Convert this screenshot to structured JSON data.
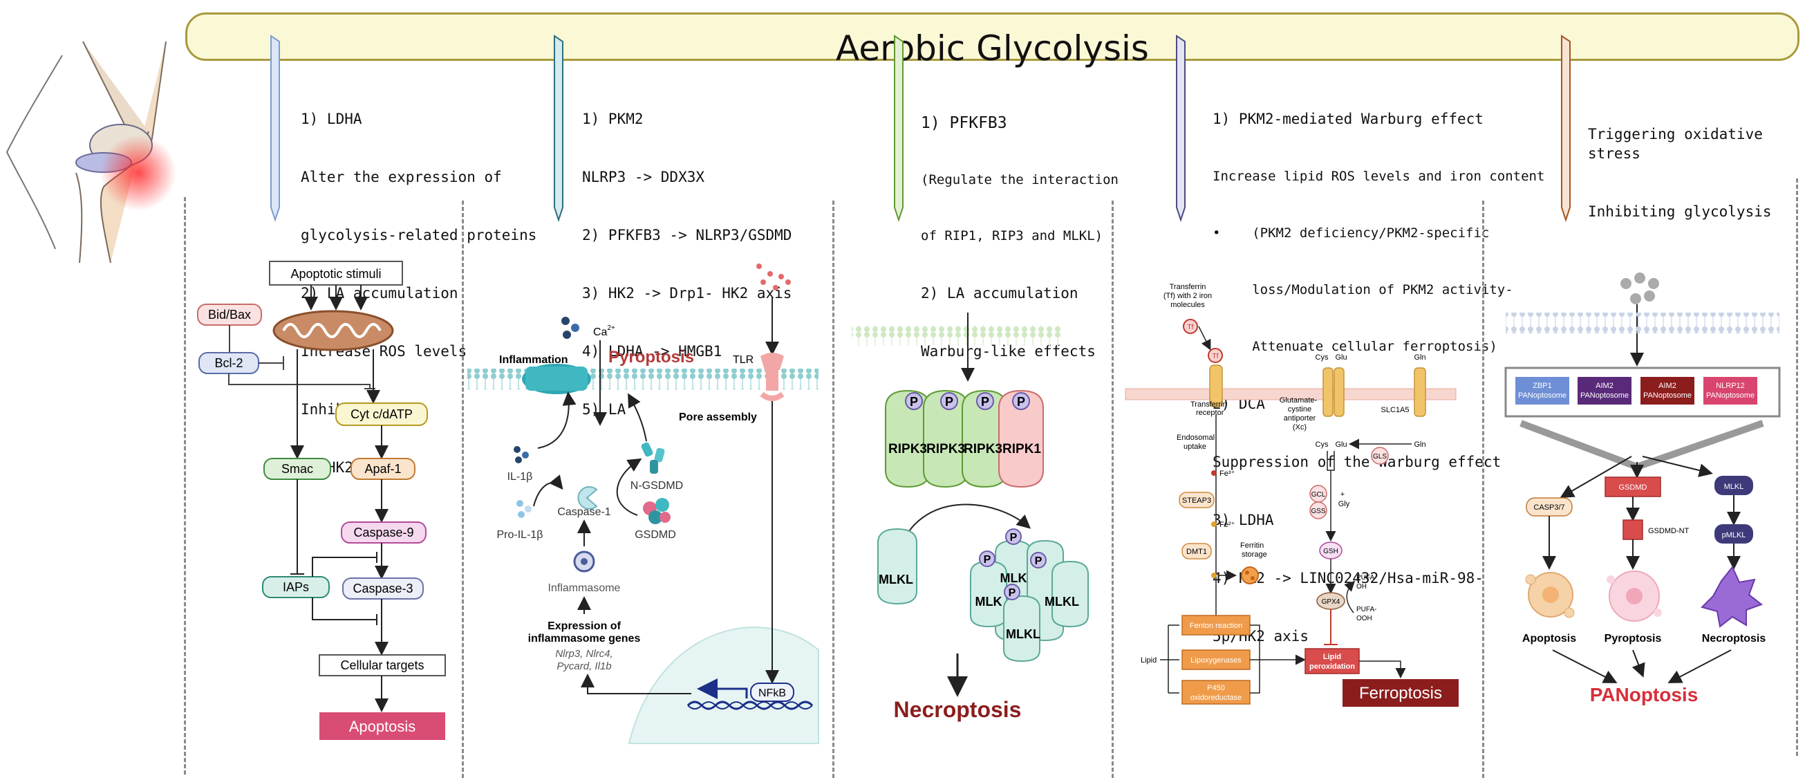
{
  "banner": {
    "title": "Aerobic Glycolysis"
  },
  "columns": [
    {
      "lines": [
        "1) LDHA",
        "Alter the expression of",
        "glycolysis-related proteins",
        "2) LA accumulation",
        "Increase ROS levels",
        "Inhibit MCT4",
        "3) HK2"
      ]
    },
    {
      "lines": [
        "1) PKM2",
        "NLRP3 -> DDX3X",
        "2) PFKFB3 -> NLRP3/GSDMD",
        "3) HK2 -> Drp1- HK2 axis",
        "4) LDHA -> HMGB1",
        "5) LA"
      ]
    },
    {
      "lines": [
        "1) PFKFB3",
        "(Regulate the interaction",
        "of RIP1, RIP3 and MLKL)",
        "2) LA accumulation",
        "Warburg-like effects"
      ]
    },
    {
      "lines": [
        "1) PKM2-mediated Warburg effect",
        "Increase lipid ROS levels and iron content",
        "•    (PKM2 deficiency/PKM2-specific",
        "     loss/Modulation of PKM2 activity-",
        "     Attenuate cellular ferroptosis)",
        "2) DCA",
        "Suppression of the Warburg effect",
        "3) LDHA",
        "4) HK2 -> LINC02432/Hsa-miR-98-",
        "5p/HK2 axis"
      ]
    },
    {
      "lines": [
        "Triggering oxidative stress",
        "Inhibiting glycolysis"
      ]
    }
  ],
  "apoptosis": {
    "stimuli": "Apoptotic stimuli",
    "bidbax": "Bid/Bax",
    "bcl2": "Bcl-2",
    "cytc": "Cyt c/dATP",
    "smac": "Smac",
    "apaf": "Apaf-1",
    "casp9": "Caspase-9",
    "iaps": "IAPs",
    "casp3": "Caspase-3",
    "targets": "Cellular targets",
    "outcome": "Apoptosis"
  },
  "pyroptosis": {
    "inflammation": "Inflammation",
    "ca": "Ca",
    "ca_sup": "2+",
    "title": "Pyroptosis",
    "tlr": "TLR",
    "pore": "Pore assembly",
    "il1b": "IL-1β",
    "ngsdmd": "N-GSDMD",
    "casp1": "Caspase-1",
    "proil1b": "Pro-IL-1β",
    "gsdmd": "GSDMD",
    "inflammasome": "Inflammasome",
    "expr1": "Expression of",
    "expr2": "inflammasome genes",
    "genes1": "Nlrp3, Nlrc4,",
    "genes2": "Pycard, Il1b",
    "nfkb": "NFkB"
  },
  "necroptosis": {
    "p": "P",
    "ripk3": "RIPK3",
    "ripk1": "RIPK1",
    "mlkl": "MLKL",
    "mlk": "MLK",
    "outcome": "Necroptosis"
  },
  "ferroptosis": {
    "tf1": "Transferrin",
    "tf2": "(Tf) with 2 iron",
    "tf3": "molecules",
    "tf": "Tf",
    "tfr1": "Transferrin",
    "tfr2": "receptor",
    "endo1": "Endosomal",
    "endo2": "uptake",
    "fe3": "Fe³⁺",
    "steap3": "STEAP3",
    "fe2": "Fe²⁺",
    "dmt1": "DMT1",
    "ferritin1": "Ferritin",
    "ferritin2": "storage",
    "cys": "Cys",
    "glu": "Glu",
    "gln": "Gln",
    "anti1": "Glutamate-",
    "anti2": "cystine",
    "anti3": "antiporter",
    "anti4": "(Xc)",
    "slc": "SLC1A5",
    "gls": "GLS",
    "gcl": "GCL",
    "gss": "GSS",
    "plus": "+",
    "gly": "Gly",
    "gsh": "GSH",
    "gpx4": "GPX4",
    "pufaoh1": "PUFA-",
    "pufaoh2": "OH",
    "pufaooh1": "PUFA-",
    "pufaooh2": "OOH",
    "fenton": "Fenton reaction",
    "lipid": "Lipid",
    "lipox": "Lipoxygenases",
    "p4501": "P450",
    "p4502": "oxidoreductase",
    "lp1": "Lipid",
    "lp2": "peroxidation",
    "outcome": "Ferroptosis"
  },
  "panoptosis": {
    "zbp1a": "ZBP1",
    "zbp1b": "PANoptosome",
    "aim2a": "AIM2",
    "aim2b": "PANoptosome",
    "aim2c": "AIM2",
    "aim2d": "PANoptosome",
    "nlrp12a": "NLRP12",
    "nlrp12b": "PANoptosome",
    "casp37": "CASP3/7",
    "gsdmd": "GSDMD",
    "gsdmdnt": "GSDMD-NT",
    "mlkl": "MLKL",
    "pmlkl": "pMLKL",
    "apoptosis": "Apoptosis",
    "pyroptosis": "Pyroptosis",
    "necroptosis": "Necroptosis",
    "outcome": "PANoptosis"
  }
}
